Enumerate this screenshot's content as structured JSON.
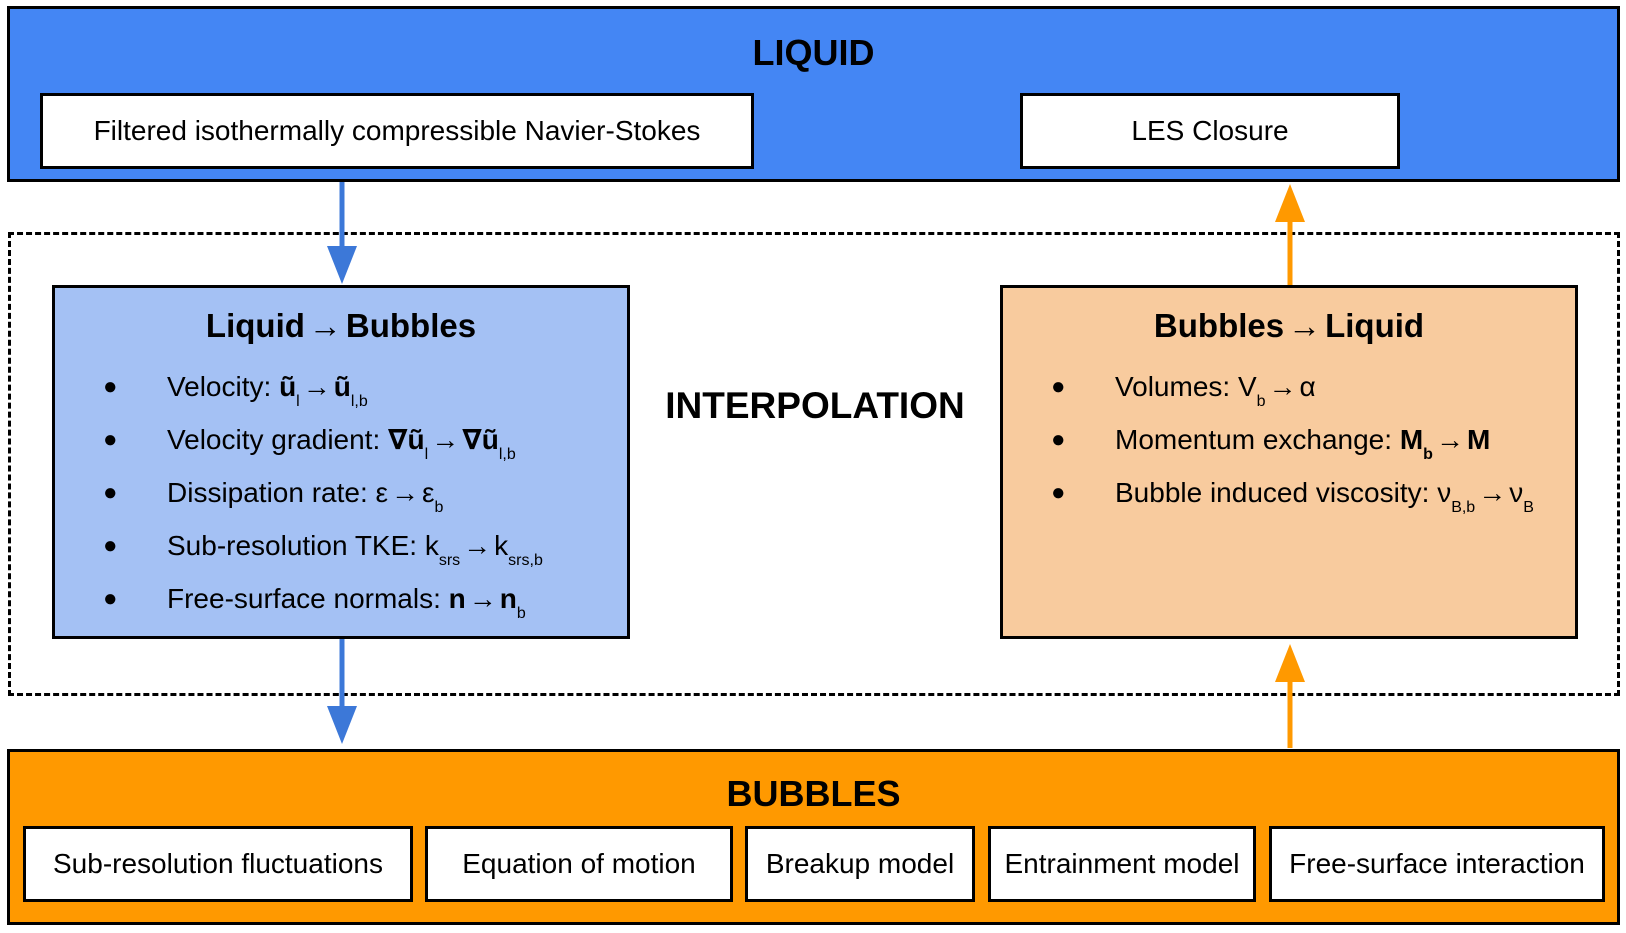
{
  "liquid": {
    "title": "LIQUID",
    "boxes": [
      "Filtered isothermally compressible Navier-Stokes",
      "LES Closure"
    ],
    "color": "#4486f4"
  },
  "interpolation": {
    "label": "INTERPOLATION"
  },
  "liquid_to_bubbles": {
    "title_left": "Liquid",
    "title_arrow": "→",
    "title_right": "Bubbles",
    "color": "#a4c1f4",
    "items": [
      {
        "label": "Velocity:",
        "a": "ũ",
        "a_sub": "l",
        "b": "ũ",
        "b_sub": "l,b"
      },
      {
        "label": "Velocity gradient:",
        "a": "∇ũ",
        "a_sub": "l",
        "b": "∇ũ",
        "b_sub": "l,b"
      },
      {
        "label": "Dissipation rate:",
        "a": "ε",
        "a_sub": "",
        "b": "ε",
        "b_sub": "b"
      },
      {
        "label": "Sub-resolution TKE:",
        "a": "k",
        "a_sub": "srs",
        "b": "k",
        "b_sub": "srs,b"
      },
      {
        "label": "Free-surface normals:",
        "a": "n",
        "a_sub": "",
        "b": "n",
        "b_sub": "b"
      }
    ]
  },
  "bubbles_to_liquid": {
    "title_left": "Bubbles",
    "title_arrow": "→",
    "title_right": "Liquid",
    "color": "#f8cb9e",
    "items": [
      {
        "label": "Volumes:",
        "a": "V",
        "a_sub": "b",
        "b": "α",
        "b_sub": ""
      },
      {
        "label": "Momentum exchange:",
        "a": "M",
        "a_sub": "b",
        "b": "M",
        "b_sub": ""
      },
      {
        "label": "Bubble induced viscosity:",
        "a": "ν",
        "a_sub": "B,b",
        "b": "ν",
        "b_sub": "B"
      }
    ]
  },
  "bubbles": {
    "title": "BUBBLES",
    "boxes": [
      "Sub-resolution fluctuations",
      "Equation of motion",
      "Breakup model",
      "Entrainment model",
      "Free-surface interaction"
    ],
    "color": "#ff9900"
  },
  "bullet": "●",
  "arrow": "→",
  "arrow_colors": {
    "down": "#3c78d8",
    "up": "#ff9900"
  }
}
